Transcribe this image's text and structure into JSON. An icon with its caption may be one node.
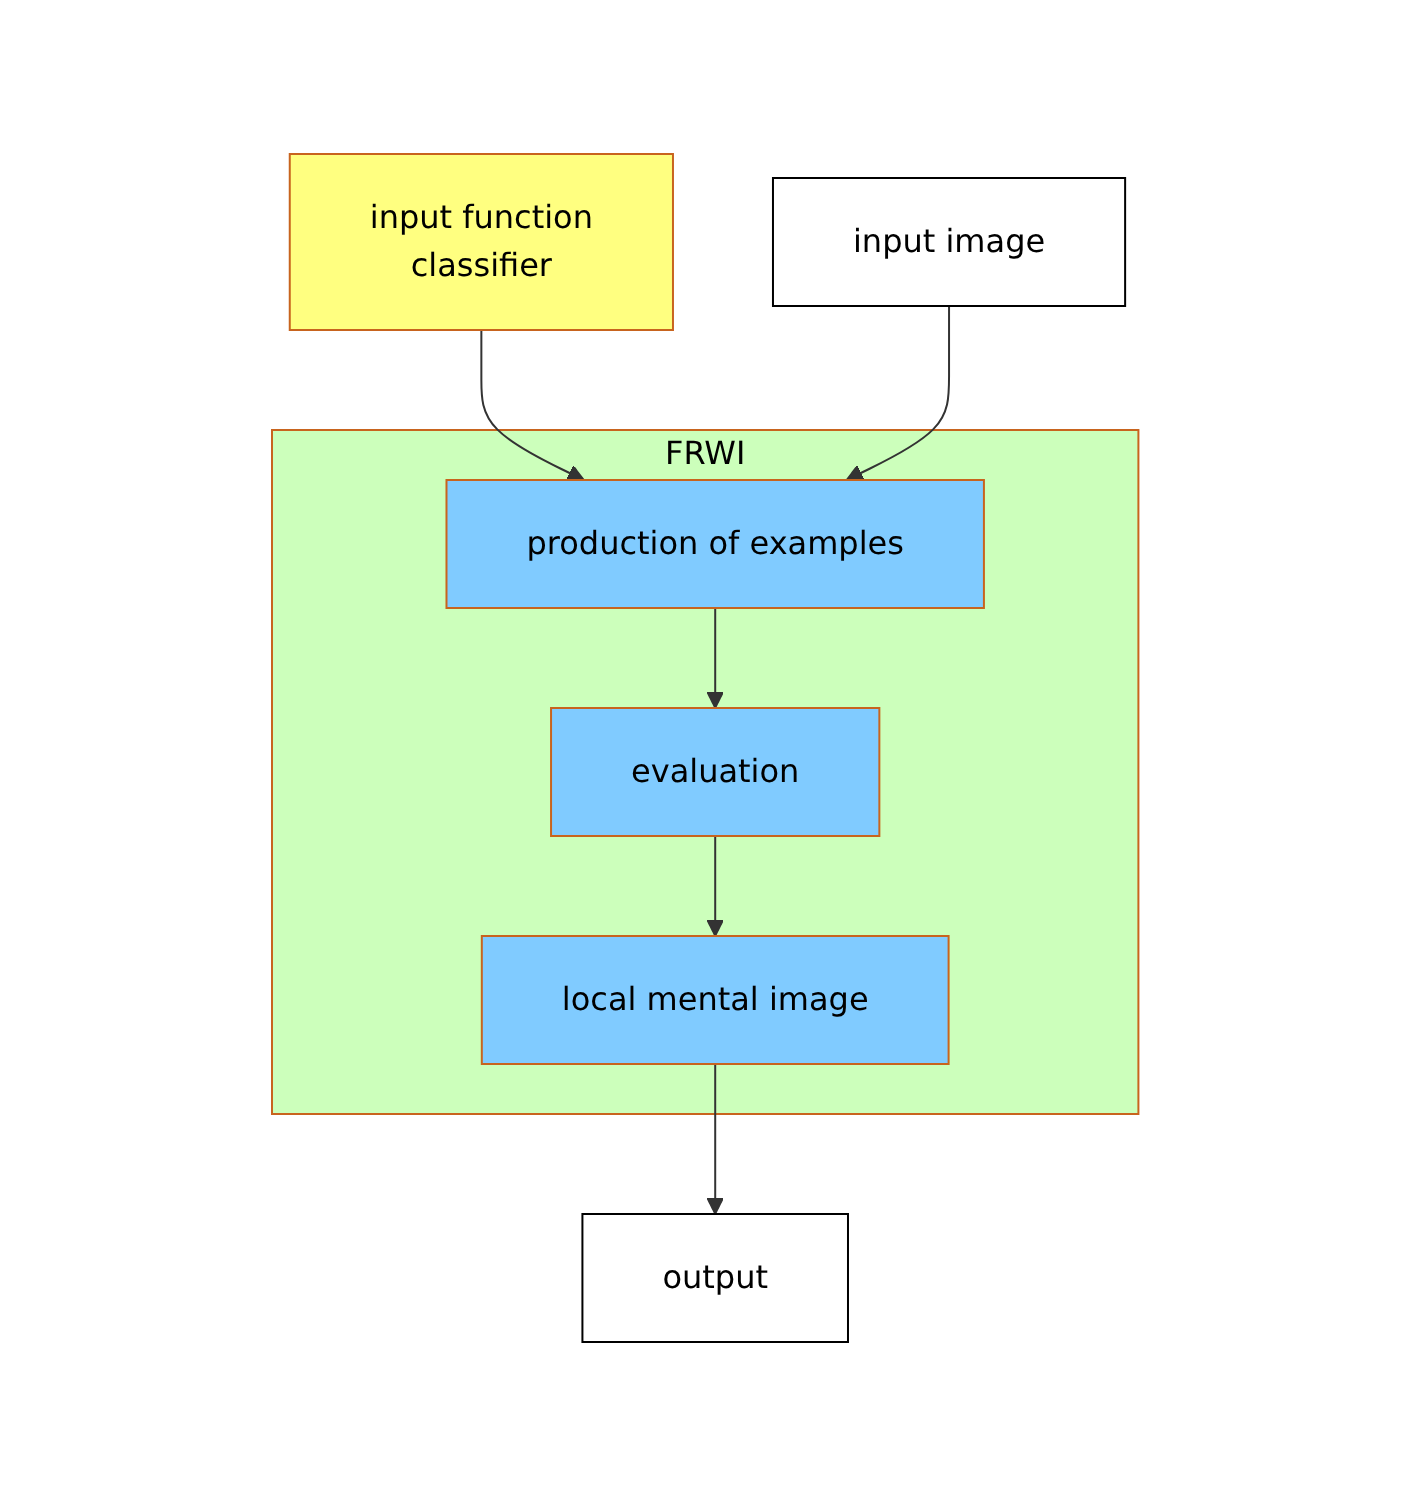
{
  "diagram": {
    "nodes": [
      {
        "text": [
          "input image"
        ]
      },
      {
        "text": [
          "input function",
          "classifier"
        ]
      },
      {
        "text": [
          "FRWI"
        ]
      },
      {
        "text": [
          "production of examples"
        ],
        "in": 2
      },
      {
        "text": [
          "evaluation"
        ],
        "in": 2
      },
      {
        "text": [
          "local mental image"
        ],
        "in": 2
      },
      {
        "text": [
          "output"
        ]
      }
    ],
    "edges": [
      {
        "from": 1,
        "to": 3,
        "arrow": "to"
      },
      {
        "from": 0,
        "to": 3,
        "arrow": "to"
      },
      {
        "from": 3,
        "to": 4,
        "arrow": "to"
      },
      {
        "from": 4,
        "to": 5,
        "arrow": "to"
      },
      {
        "from": 5,
        "to": 6,
        "arrow": "to"
      }
    ]
  }
}
